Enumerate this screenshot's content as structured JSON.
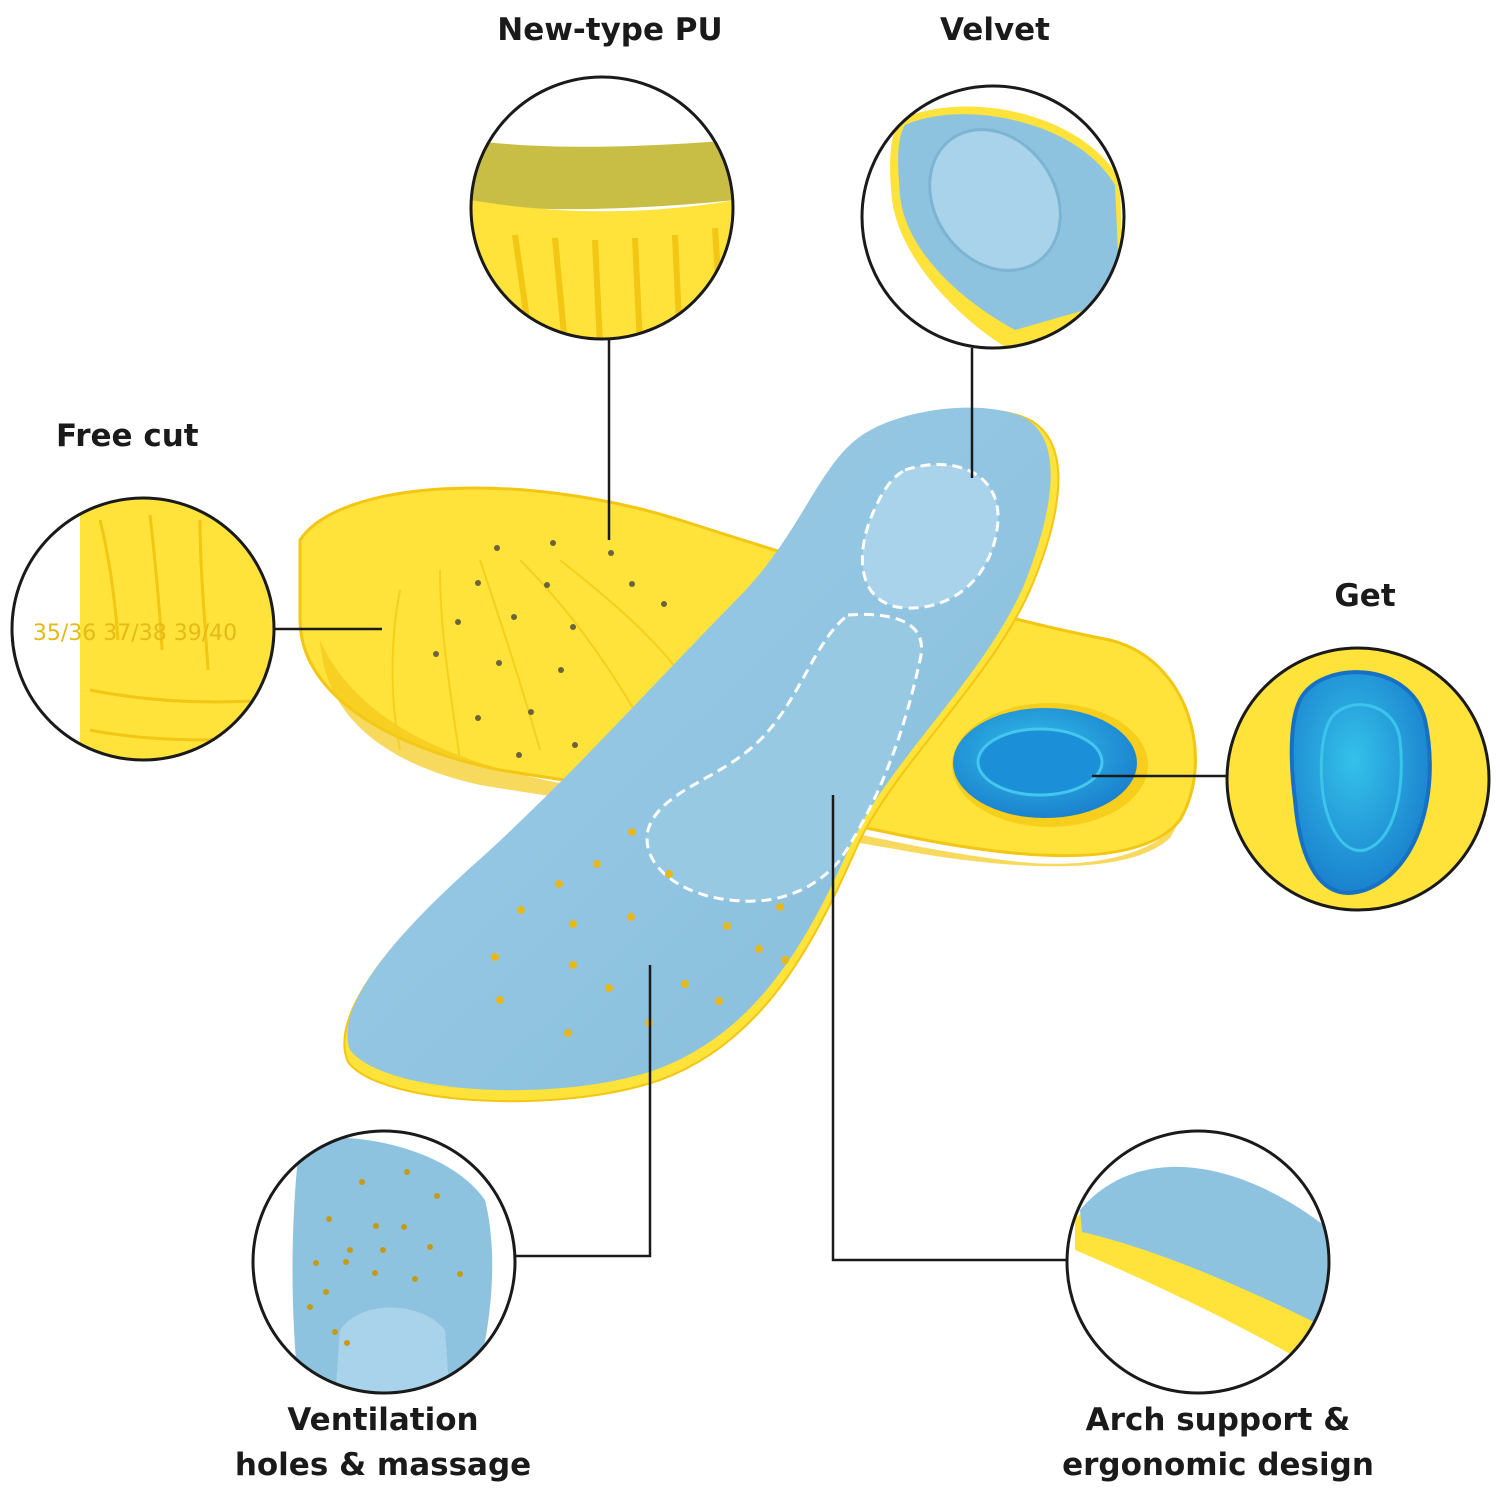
{
  "labels": {
    "new_type_pu": "New-type PU",
    "velvet": "Velvet",
    "free_cut": "Free cut",
    "gel": "Get",
    "ventilation_line1": "Ventilation",
    "ventilation_line2": "holes & massage",
    "arch_line1": "Arch support &",
    "arch_line2": "ergonomic design"
  },
  "colors": {
    "yellow": "#FFE23A",
    "yellow_shadow": "#F2C612",
    "blue": "#8EC3DF",
    "blue_light": "#A9D3EA",
    "gel_blue": "#1E8FD8",
    "gel_cyan": "#2DB7E3",
    "hole": "#E6B81E",
    "line": "#1a1a1a"
  },
  "icons": {
    "detail_pu": "pu-foam-detail-icon",
    "detail_velvet": "velvet-heel-detail-icon",
    "detail_free_cut": "free-cut-sole-detail-icon",
    "detail_gel": "gel-pad-detail-icon",
    "detail_ventilation": "ventilation-holes-detail-icon",
    "detail_arch": "arch-support-detail-icon"
  }
}
